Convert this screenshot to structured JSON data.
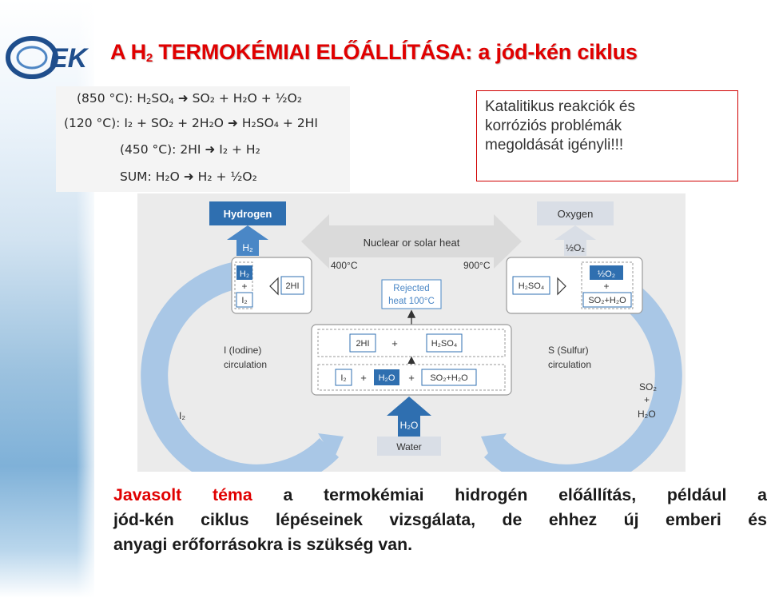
{
  "title": {
    "part1": "A H",
    "sub": "2",
    "part2": " TERMOKÉMIAI ELŐÁLLÍTÁSA: a jód-kén ciklus"
  },
  "logo": {
    "text": "EK"
  },
  "equations": [
    {
      "cond": "(850 °C): ",
      "lhs": [
        "H",
        "2",
        "SO",
        "4"
      ],
      "rhs": "SO₂ + H₂O + ½O₂"
    },
    {
      "cond": "(120 °C): ",
      "lhs_text": "I₂ + SO₂ + 2H₂O",
      "rhs": "H₂SO₄ + 2HI"
    },
    {
      "cond": "(450 °C): ",
      "lhs_text": "2HI",
      "rhs": "I₂ + H₂"
    },
    {
      "cond": "SUM: ",
      "lhs_text": "H₂O",
      "rhs": "H₂ + ½O₂"
    }
  ],
  "note": {
    "line1": "Katalitikus reakciók és",
    "line2": "korróziós problémák",
    "line3": "megoldását igényli!!!"
  },
  "diagram": {
    "hydrogen": "Hydrogen",
    "oxygen": "Oxygen",
    "heat": "Nuclear or solar heat",
    "h2_out": "H₂",
    "o2_out": "½O₂",
    "temp_left": "400°C",
    "temp_right": "900°C",
    "rejected1": "Rejected",
    "rejected2": "heat 100°C",
    "left_h2": "H₂",
    "left_plus": "+",
    "left_i2": "I₂",
    "left_2hi": "2HI",
    "right_h2so4": "H₂SO₄",
    "right_o2": "½O₂",
    "right_plus": "+",
    "right_so2h2o": "SO₂+H₂O",
    "mid_2hi": "2HI",
    "mid_plus": "+",
    "mid_h2so4": "H₂SO₄",
    "bot_i2": "I₂",
    "bot_plus1": "+",
    "bot_h2o": "H₂O",
    "bot_plus2": "+",
    "bot_so2h2o": "SO₂+H₂O",
    "iodine1": "I (Iodine)",
    "iodine2": "circulation",
    "sulfur1": "S (Sulfur)",
    "sulfur2": "circulation",
    "i2_side": "I₂",
    "so2_side": "SO₂",
    "so2_plus": "+",
    "h2o_side": "H₂O",
    "h2o_in": "H₂O",
    "water": "Water"
  },
  "bottom": {
    "highlight": "Javasolt téma",
    "line1_rest": " a termokémiai hidrogén előállítás, például a",
    "line2": "jód-kén ciklus lépéseinek vizsgálata, de ehhez új emberi és",
    "line3": "anyagi erőforrásokra is szükség van."
  },
  "colors": {
    "title": "#e00000",
    "diagram_blue": "#2f6fb0",
    "arc_blue": "#a9c7e6"
  }
}
